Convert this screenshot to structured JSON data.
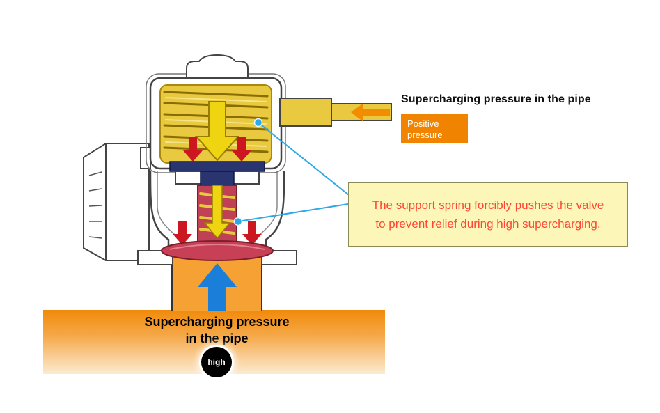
{
  "labels": {
    "title_right": "Supercharging pressure in the pipe",
    "badge_line1": "Positive",
    "badge_line2": "pressure",
    "callout_line1": "The support spring forcibly pushes the valve",
    "callout_line2": "to prevent relief during high supercharging.",
    "bottom_line1": "Supercharging pressure",
    "bottom_line2": "in the pipe",
    "high": "high"
  },
  "colors": {
    "pipe_band_orange": "#F08A0A",
    "badge_orange": "#F08300",
    "spring_yellow": "#E9C93F",
    "arrow_yellow": "#EFD511",
    "arrow_red": "#CC1620",
    "arrow_blue": "#1B7ED8",
    "arrow_orange": "#F28C00",
    "valve_red": "#C74056",
    "diaphragm_navy": "#2A3570",
    "callout_bg": "#FCF7B8",
    "callout_border": "#8B8B5A",
    "callout_text": "#FF4633",
    "leader_cyan": "#2FA8E8"
  },
  "icons": {
    "spring_force_arrow": "large-down-arrow-yellow",
    "upper_pressure_arrows": "small-down-arrows-red",
    "lower_pressure_arrows": "small-down-arrows-red",
    "pipe_flow_arrow": "left-arrow-orange",
    "supercharging_arrow": "up-arrow-blue"
  }
}
